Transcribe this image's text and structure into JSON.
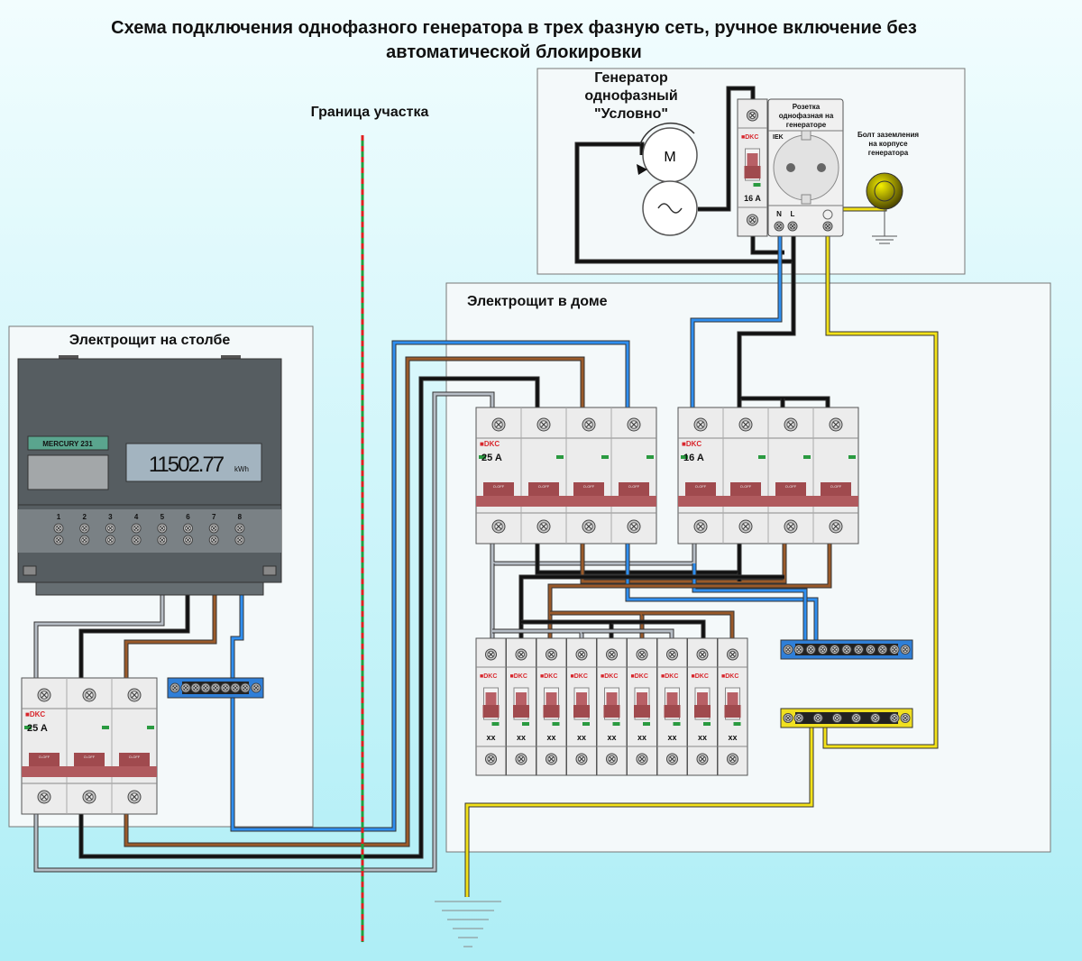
{
  "title": {
    "line1": "Схема подключения однофазного генератора в трех фазную сеть, ручное включение без",
    "line2": "автоматической блокировки"
  },
  "border_label": "Граница участка",
  "generator": {
    "label1": "Генератор",
    "label2": "однофазный",
    "label3": "\"Условно\"",
    "motor_letter": "M",
    "socket_label1": "Розетка",
    "socket_label2": "однофазная на",
    "socket_label3": "генераторе",
    "socket_brand": "IEK",
    "socket_n": "N",
    "socket_l": "L",
    "breaker_rating": "16 A",
    "bolt_label1": "Болт заземления",
    "bolt_label2": "на корпусе",
    "bolt_label3": "генератора"
  },
  "house_panel": {
    "title": "Электрощит в доме",
    "main_breaker_rating": "25 A",
    "gen_breaker_rating": "16 A",
    "branch_breaker_label": "xx",
    "branch_breaker_count": 9
  },
  "pole_panel": {
    "title": "Электрощит на столбе",
    "meter_model": "MERCURY 231",
    "meter_reading": "11502.77",
    "meter_unit": "kWh",
    "terminals": [
      "1",
      "2",
      "3",
      "4",
      "5",
      "6",
      "7",
      "8"
    ],
    "breaker_rating": "25 A"
  },
  "breaker_brand": "DKC",
  "breaker_switch_text": "O-OFF",
  "colors": {
    "background_top": "#f2fdfe",
    "background_bottom": "#aeeef6",
    "wire_blue": "#2f8ff0",
    "wire_brown": "#9a5a2a",
    "wire_black": "#111111",
    "wire_gray": "#b7bec6",
    "wire_yellow": "#f3e21a",
    "breaker_handle": "#a04a4e",
    "brand_red": "#d8262c",
    "border_red": "#e02020",
    "border_green": "#20a040"
  }
}
